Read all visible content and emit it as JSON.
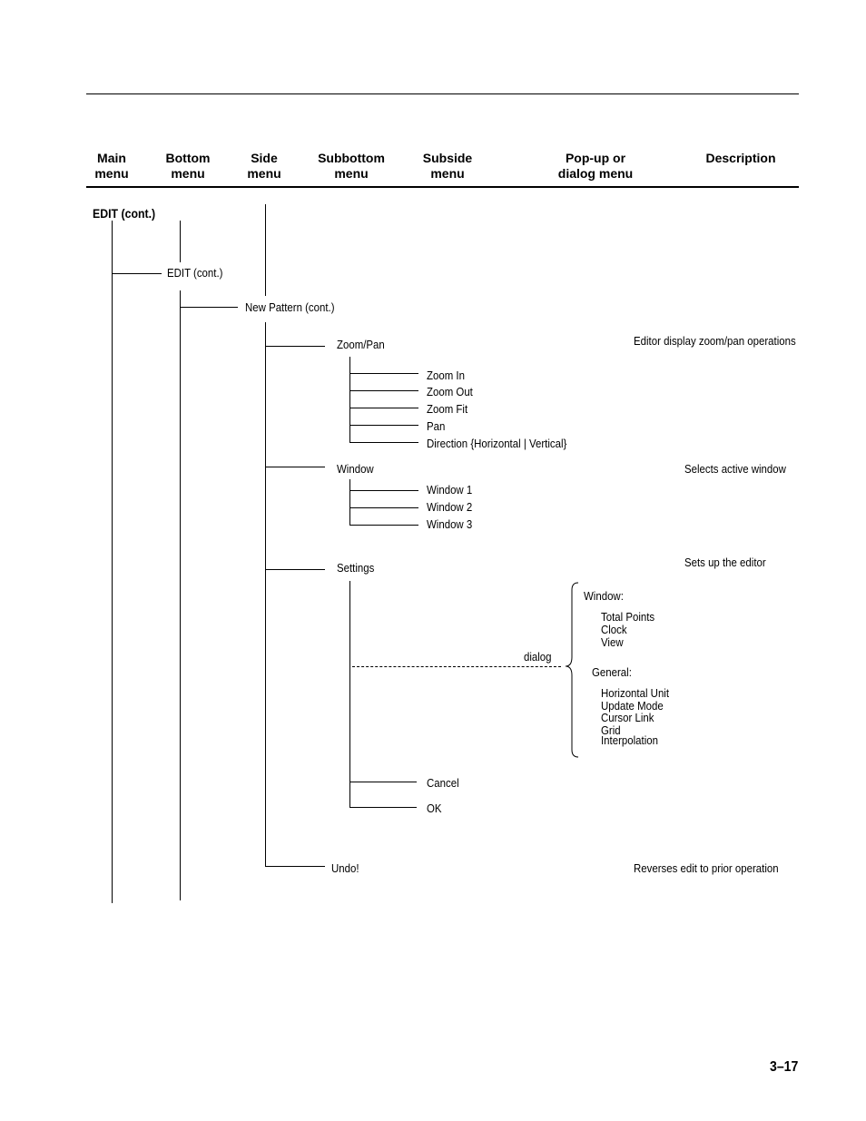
{
  "headers": {
    "main": "Main\nmenu",
    "bottom": "Bottom\nmenu",
    "side": "Side\nmenu",
    "subbottom": "Subbottom\nmenu",
    "subside": "Subside\nmenu",
    "popup": "Pop-up or\ndialog menu",
    "description": "Description"
  },
  "main_menu": "EDIT (cont.)",
  "bottom_menu": "EDIT (cont.)",
  "side_menu": "New Pattern (cont.)",
  "subbottom": {
    "zoom_pan": "Zoom/Pan",
    "window": "Window",
    "settings": "Settings",
    "undo": "Undo!"
  },
  "subside": {
    "zoom_in": "Zoom In",
    "zoom_out": "Zoom Out",
    "zoom_fit": "Zoom Fit",
    "pan": "Pan",
    "direction": "Direction {Horizontal | Vertical}",
    "window1": "Window 1",
    "window2": "Window 2",
    "window3": "Window 3",
    "cancel": "Cancel",
    "ok": "OK"
  },
  "dialog": {
    "label": "dialog",
    "window_heading": "Window:",
    "window_items": [
      "Total Points",
      "Clock",
      "View"
    ],
    "general_heading": "General:",
    "general_items": [
      "Horizontal Unit",
      "Update Mode",
      "Cursor Link",
      "Grid",
      "Interpolation"
    ]
  },
  "descriptions": {
    "zoom_pan": "Editor display zoom/pan operations",
    "window": "Selects active window",
    "settings": "Sets up the editor",
    "undo": "Reverses edit to prior operation"
  },
  "page_number": "3–17"
}
